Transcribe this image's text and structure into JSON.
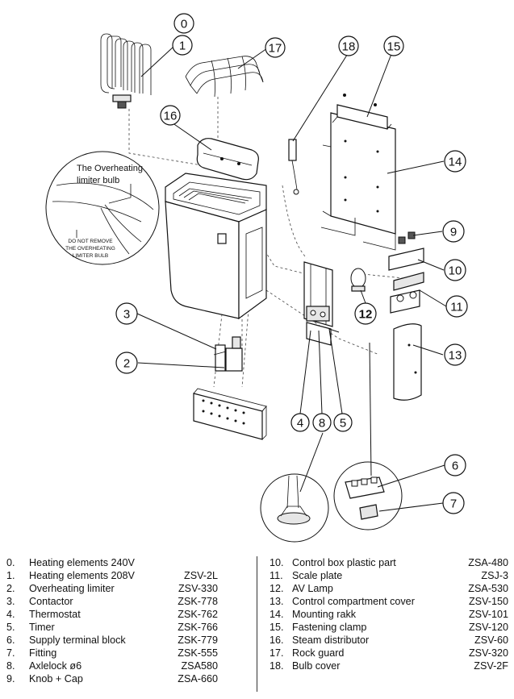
{
  "callouts": [
    {
      "id": "c0",
      "label": "0"
    },
    {
      "id": "c1",
      "label": "1"
    },
    {
      "id": "c2",
      "label": "2"
    },
    {
      "id": "c3",
      "label": "3"
    },
    {
      "id": "c4",
      "label": "4"
    },
    {
      "id": "c5",
      "label": "5"
    },
    {
      "id": "c6",
      "label": "6"
    },
    {
      "id": "c7",
      "label": "7"
    },
    {
      "id": "c8",
      "label": "8"
    },
    {
      "id": "c9",
      "label": "9"
    },
    {
      "id": "c10",
      "label": "10"
    },
    {
      "id": "c11",
      "label": "11"
    },
    {
      "id": "c12",
      "label": "12"
    },
    {
      "id": "c13",
      "label": "13"
    },
    {
      "id": "c14",
      "label": "14"
    },
    {
      "id": "c15",
      "label": "15"
    },
    {
      "id": "c16",
      "label": "16"
    },
    {
      "id": "c17",
      "label": "17"
    },
    {
      "id": "c18",
      "label": "18"
    }
  ],
  "inset_note": {
    "line1": "The Overheating",
    "line2": "limiter bulb",
    "warning1": "DO NOT REMOVE",
    "warning2": "THE OVERHEATING",
    "warning3": "LIMITER BULB"
  },
  "parts_left": [
    {
      "num": "0.",
      "desc": "Heating elements 240V",
      "code": ""
    },
    {
      "num": "1.",
      "desc": "Heating elements 208V",
      "code": "ZSV-2L"
    },
    {
      "num": "2.",
      "desc": "Overheating limiter",
      "code": "ZSV-330"
    },
    {
      "num": "3.",
      "desc": "Contactor",
      "code": "ZSK-778"
    },
    {
      "num": "4.",
      "desc": "Thermostat",
      "code": "ZSK-762"
    },
    {
      "num": "5.",
      "desc": "Timer",
      "code": "ZSK-766"
    },
    {
      "num": "6.",
      "desc": "Supply terminal block",
      "code": "ZSK-779"
    },
    {
      "num": "7.",
      "desc": "Fitting",
      "code": "ZSK-555"
    },
    {
      "num": "8.",
      "desc": "Axlelock ø6",
      "code": "ZSA580"
    },
    {
      "num": "9.",
      "desc": "Knob + Cap",
      "code": "ZSA-660"
    }
  ],
  "parts_right": [
    {
      "num": "10.",
      "desc": "Control box plastic part",
      "code": "ZSA-480"
    },
    {
      "num": "11.",
      "desc": "Scale plate",
      "code": "ZSJ-3"
    },
    {
      "num": "12.",
      "desc": "AV Lamp",
      "code": "ZSA-530"
    },
    {
      "num": "13.",
      "desc": "Control compartment cover",
      "code": "ZSV-150"
    },
    {
      "num": "14.",
      "desc": "Mounting rakk",
      "code": "ZSV-101"
    },
    {
      "num": "15.",
      "desc": "Fastening clamp",
      "code": "ZSV-120"
    },
    {
      "num": "16.",
      "desc": "Steam distributor",
      "code": "ZSV-60"
    },
    {
      "num": "17.",
      "desc": "Rock guard",
      "code": "ZSV-320"
    },
    {
      "num": "18.",
      "desc": "Bulb cover",
      "code": "ZSV-2F"
    }
  ]
}
